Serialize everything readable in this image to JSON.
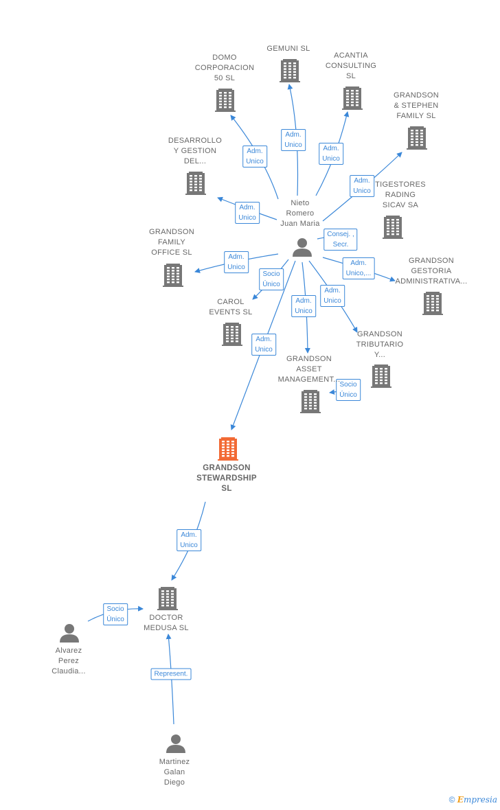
{
  "colors": {
    "edge": "#3a87d8",
    "node": "#777777",
    "highlight": "#f26a35"
  },
  "nodes": [
    {
      "id": "n_gemuni",
      "kind": "company",
      "label": "GEMUNI SL"
    },
    {
      "id": "n_domo",
      "kind": "company",
      "label": "DOMO\nCORPORACION\n50  SL"
    },
    {
      "id": "n_acantia",
      "kind": "company",
      "label": "ACANTIA\nCONSULTING\nSL"
    },
    {
      "id": "n_gsf",
      "kind": "company",
      "label": "GRANDSON\n& STEPHEN\nFAMILY  SL"
    },
    {
      "id": "n_desarrollo",
      "kind": "company",
      "label": "DESARROLLO\nY GESTION\nDEL..."
    },
    {
      "id": "n_tigestores",
      "kind": "company",
      "label": "TIGESTORES\nRADING\nSICAV SA"
    },
    {
      "id": "n_nieto",
      "kind": "person",
      "label": "Nieto\nRomero\nJuan Maria"
    },
    {
      "id": "n_gfo",
      "kind": "company",
      "label": "GRANDSON\nFAMILY\nOFFICE  SL"
    },
    {
      "id": "n_gga",
      "kind": "company",
      "label": "GRANDSON\nGESTORIA\nADMINISTRATIVA..."
    },
    {
      "id": "n_carol",
      "kind": "company",
      "label": "CAROL\nEVENTS  SL"
    },
    {
      "id": "n_gty",
      "kind": "company",
      "label": "GRANDSON\nTRIBUTARIO\nY..."
    },
    {
      "id": "n_gam",
      "kind": "company",
      "label": "GRANDSON\nASSET\nMANAGEMENT..."
    },
    {
      "id": "n_gs",
      "kind": "company",
      "label": "GRANDSON\nSTEWARDSHIP\nSL",
      "main": true
    },
    {
      "id": "n_doctor",
      "kind": "company",
      "label": "DOCTOR\nMEDUSA  SL"
    },
    {
      "id": "n_alvarez",
      "kind": "person",
      "label": "Alvarez\nPerez\nClaudia..."
    },
    {
      "id": "n_martinez",
      "kind": "person",
      "label": "Martinez\nGalan\nDiego"
    }
  ],
  "edges": [
    {
      "id": "e_gemuni",
      "label": "Adm.\nUnico"
    },
    {
      "id": "e_domo",
      "label": "Adm.\nUnico"
    },
    {
      "id": "e_acantia",
      "label": "Adm.\nUnico"
    },
    {
      "id": "e_gsf",
      "label": "Adm.\nUnico"
    },
    {
      "id": "e_desarrollo",
      "label": "Adm.\nUnico"
    },
    {
      "id": "e_tigestores",
      "label": "Consej. ,\nSecr."
    },
    {
      "id": "e_gfo",
      "label": "Adm.\nUnico"
    },
    {
      "id": "e_gga",
      "label": "Adm.\nUnico,..."
    },
    {
      "id": "e_carol",
      "label": "Socio\nÚnico"
    },
    {
      "id": "e_gty",
      "label": "Adm.\nUnico"
    },
    {
      "id": "e_gam_adm",
      "label": "Adm.\nUnico"
    },
    {
      "id": "e_gam_socio",
      "label": "Socio\nÚnico"
    },
    {
      "id": "e_gs",
      "label": "Adm.\nUnico"
    },
    {
      "id": "e_doctor",
      "label": "Adm.\nUnico"
    },
    {
      "id": "e_alvarez",
      "label": "Socio\nÚnico"
    },
    {
      "id": "e_martinez",
      "label": "Represent."
    }
  ],
  "footer": {
    "copyright": "©",
    "brand_e": "E",
    "brand_rest": "mpresia"
  }
}
